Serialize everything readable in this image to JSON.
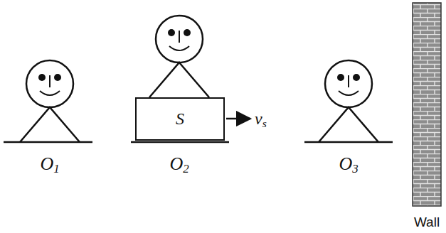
{
  "diagram": {
    "nodes": [
      {
        "text": [
          "S"
        ]
      }
    ],
    "labels": [
      "O1",
      "O2",
      "vs",
      "O3",
      "Wall"
    ]
  }
}
